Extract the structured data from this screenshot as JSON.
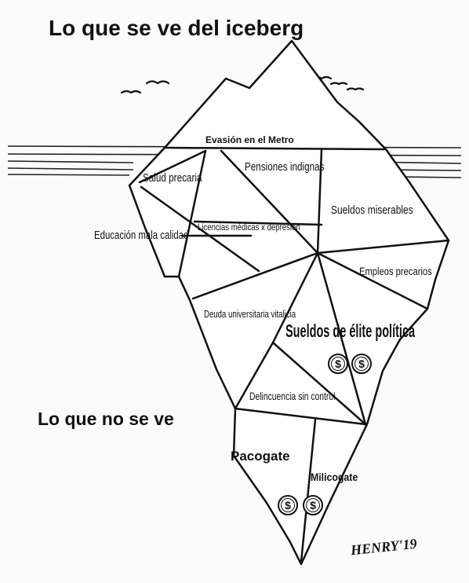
{
  "titles": {
    "top": "Lo que se ve del iceberg",
    "bottom": "Lo que no se ve"
  },
  "labels": {
    "evasion": "Evasión en el Metro",
    "salud": "Salud precaria",
    "pensiones": "Pensiones indignas",
    "sueldos_miserables": "Sueldos miserables",
    "educacion": "Educación mala calidad",
    "licencias": "Licencias médicas x depresión",
    "empleos": "Empleos precarios",
    "deuda": "Deuda universitaria vitalicia",
    "sueldos_elite": "Sueldos de élite política",
    "delincuencia": "Delincuencia sin control",
    "pacogate": "Pacogate",
    "milicogate": "Milicogate"
  },
  "coins": {
    "symbol": "$"
  },
  "signature": "HENRY'19"
}
